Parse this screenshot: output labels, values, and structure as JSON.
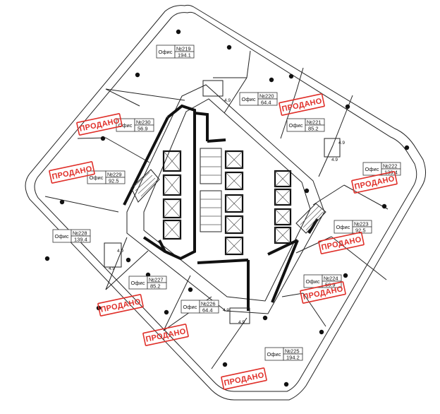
{
  "plan": {
    "colors": {
      "wall": "#222222",
      "sold": "#e0302a",
      "background": "#ffffff"
    },
    "office_word": "Офис",
    "sold_label": "ПРОДАНО",
    "offices": [
      {
        "num": "№219",
        "area": "194.1",
        "sold": false
      },
      {
        "num": "№220",
        "area": "64.4",
        "sold": false
      },
      {
        "num": "№221",
        "area": "85.2",
        "sold": true
      },
      {
        "num": "№222",
        "area": "139.4",
        "sold": true
      },
      {
        "num": "№223",
        "area": "92.5",
        "sold": true
      },
      {
        "num": "№224",
        "area": "56.9",
        "sold": true
      },
      {
        "num": "№225",
        "area": "194.2",
        "sold": true
      },
      {
        "num": "№226",
        "area": "64.4",
        "sold": true
      },
      {
        "num": "№227",
        "area": "85.2",
        "sold": true
      },
      {
        "num": "№228",
        "area": "139.4",
        "sold": false
      },
      {
        "num": "№229",
        "area": "92.5",
        "sold": true
      },
      {
        "num": "№230",
        "area": "56.9",
        "sold": true
      }
    ],
    "service_area_label": "4.9"
  }
}
